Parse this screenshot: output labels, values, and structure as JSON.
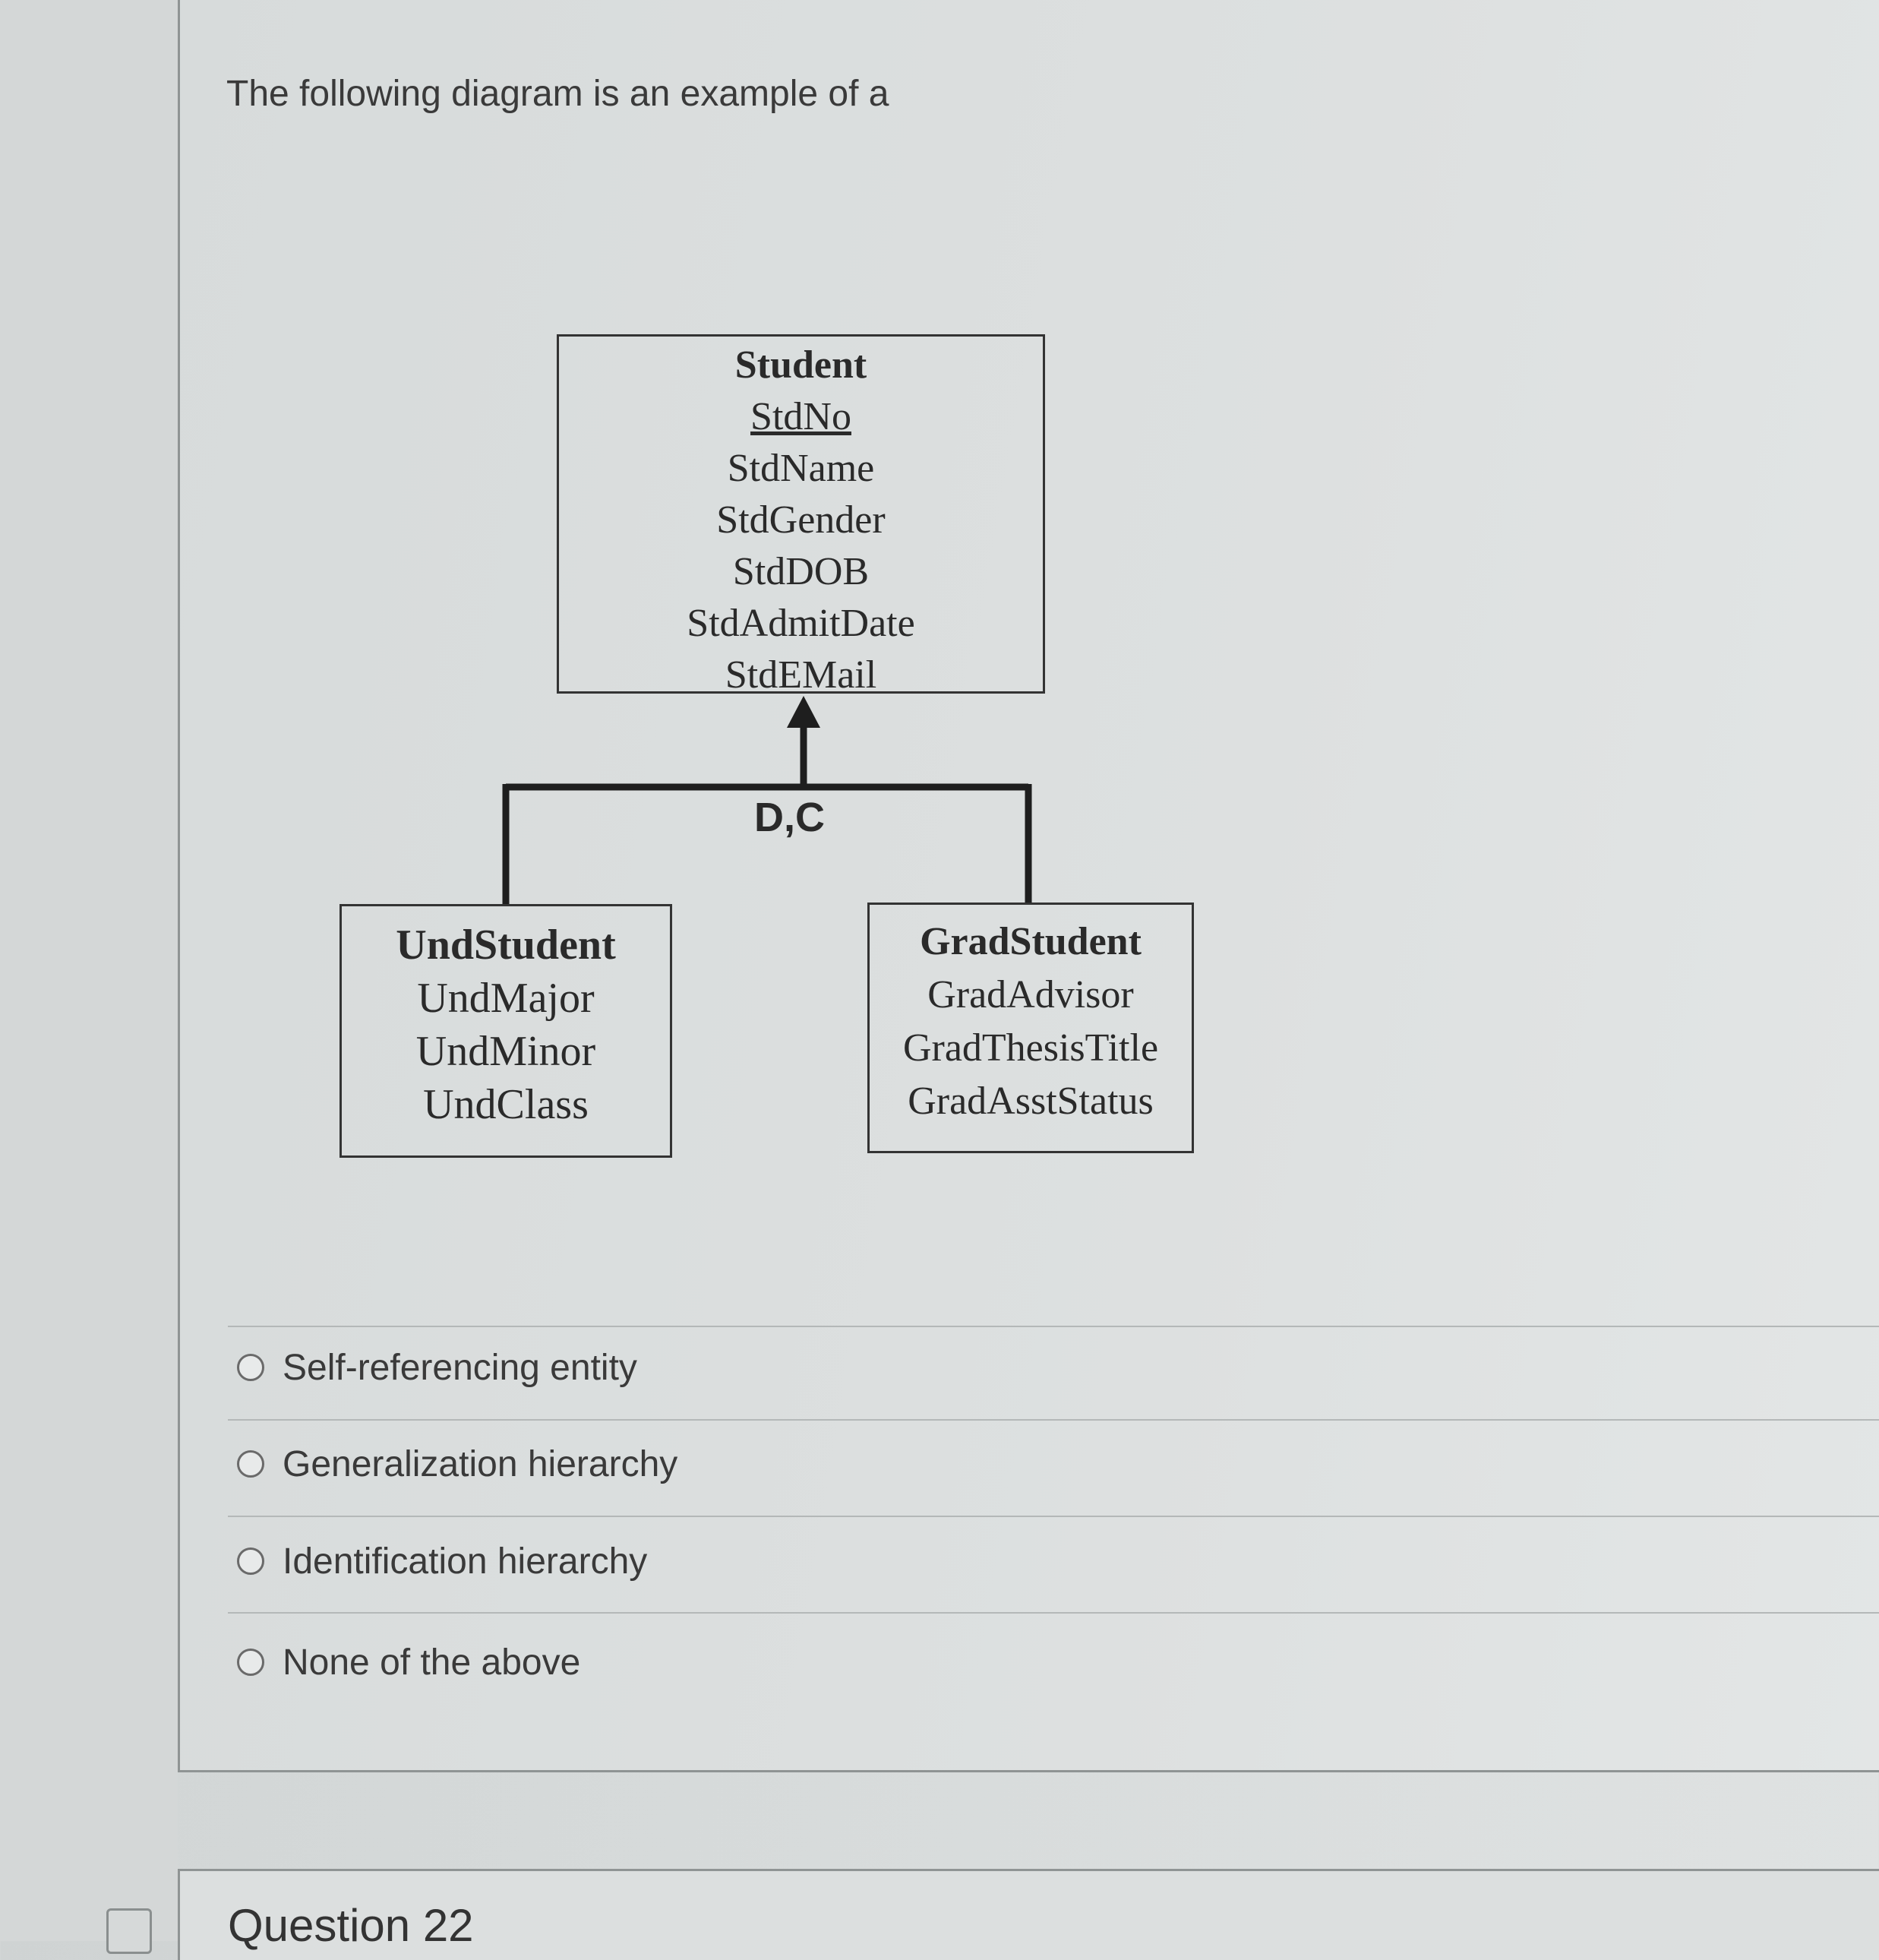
{
  "question": {
    "prompt": "The following diagram is an example of a"
  },
  "diagram": {
    "parent": {
      "name": "Student",
      "attributes": [
        "StdNo",
        "StdName",
        "StdGender",
        "StdDOB",
        "StdAdmitDate",
        "StdEMail"
      ]
    },
    "constraint_label": "D,C",
    "children": [
      {
        "name": "UndStudent",
        "attributes": [
          "UndMajor",
          "UndMinor",
          "UndClass"
        ]
      },
      {
        "name": "GradStudent",
        "attributes": [
          "GradAdvisor",
          "GradThesisTitle",
          "GradAsstStatus"
        ]
      }
    ]
  },
  "options": [
    {
      "label": "Self-referencing entity"
    },
    {
      "label": "Generalization hierarchy"
    },
    {
      "label": "Identification hierarchy"
    },
    {
      "label": "None of the above"
    }
  ],
  "next_question": {
    "title": "Question 22"
  }
}
